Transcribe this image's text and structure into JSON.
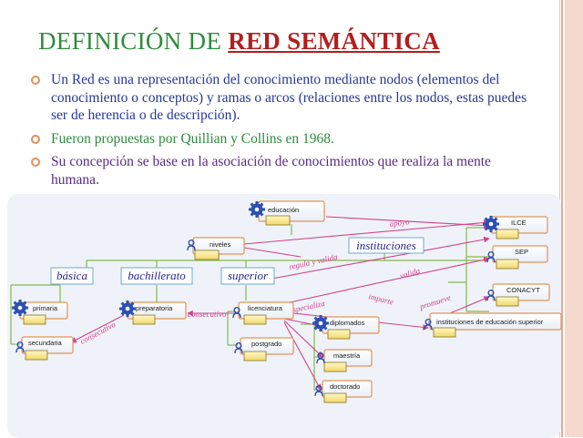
{
  "title": {
    "prefix": "DEFINICIÓN DE ",
    "highlight": "RED SEMÁNTICA"
  },
  "bullets": [
    "Un Red es una representación del conocimiento mediante nodos (elementos del conocimiento o conceptos) y ramas o arcos (relaciones entre los nodos, estas puedes ser de herencia o de descripción).",
    "Fueron propuestas por Quillian y Collins en 1968.",
    "Su concepción se base en la asociación de conocimientos que realiza la mente humana."
  ],
  "diagram": {
    "nodes": {
      "educacion": "educación",
      "niveles": "niveles",
      "primaria": "primaria",
      "secundaria": "secundaria",
      "preparatoria": "preparatoria",
      "licenciatura": "licenciatura",
      "postgrado": "postgrado",
      "diplomados": "diplomados",
      "maestria": "maestría",
      "doctorado": "doctorado",
      "ilce": "ILCE",
      "sep": "SEP",
      "conacyt": "CONACYT",
      "instituciones_es": "instituciones de educación superior"
    },
    "categories": {
      "instituciones": "instituciones",
      "basica": "básica",
      "bachillerato": "bachillerato",
      "superior": "superior"
    },
    "relations": {
      "apoyo": "apoyo",
      "regula_valida": "regula y valida",
      "valida": "valida",
      "imparte": "imparte",
      "promueve": "promueve",
      "especializa": "especializa",
      "consecutivo1": "consecutivo",
      "consecutivo2": "consecutivo"
    }
  },
  "colors": {
    "title": "#2e8b3c",
    "title_highlight": "#b41e1e",
    "bullet1": "#24389a",
    "bullet2": "#2e8b3c",
    "bullet3": "#5a2a85",
    "bullet_marker": "#e0915a",
    "link_pink": "#d4428e",
    "link_green": "#86b84a",
    "node_border": "#e39356",
    "category_text": "#2a2a8c"
  }
}
